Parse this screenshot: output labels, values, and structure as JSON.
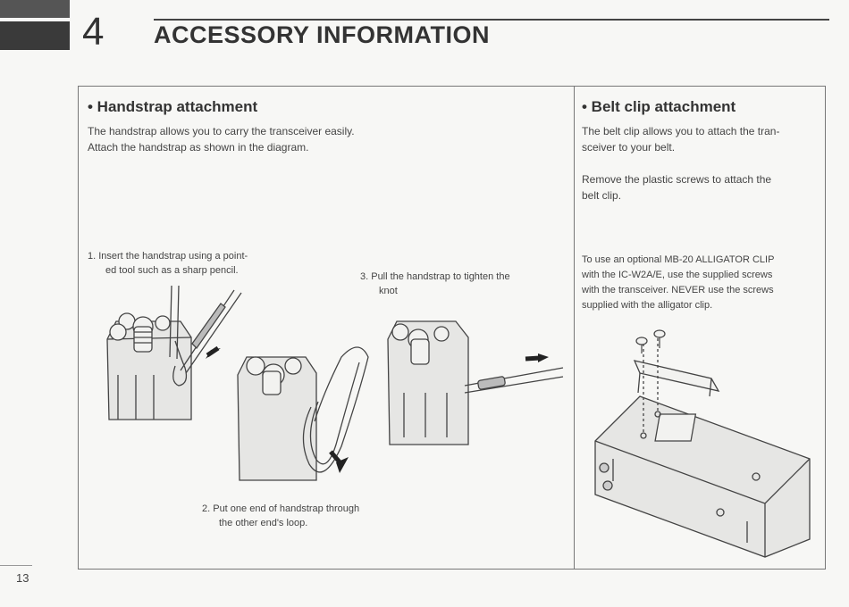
{
  "chapter": {
    "number": "4",
    "title": "ACCESSORY INFORMATION"
  },
  "handstrap": {
    "heading": "• Handstrap attachment",
    "intro_line1": "The handstrap allows you to carry the transceiver easily.",
    "intro_line2": "Attach the handstrap as shown in the diagram.",
    "step1_line1": "1.  Insert the handstrap using a point-",
    "step1_line2": "ed tool such as a sharp pencil.",
    "step2_line1": "2.  Put one end of handstrap through",
    "step2_line2": "the other end's loop.",
    "step3_line1": "3.  Pull the handstrap to tighten the",
    "step3_line2": "knot"
  },
  "beltclip": {
    "heading": "• Belt clip attachment",
    "p1_line1": "The belt clip allows you to attach the tran-",
    "p1_line2": "sceiver to your belt.",
    "p2_line1": "Remove the plastic screws to attach the",
    "p2_line2": "belt clip.",
    "note_line1": "To use an optional MB-20 ALLIGATOR CLIP",
    "note_line2": "with the IC-W2A/E, use the supplied screws",
    "note_line3": "with the transceiver. NEVER use the screws",
    "note_line4": "supplied with the alligator clip."
  },
  "footer": {
    "page_number": "13"
  },
  "icons": [
    "arrow-icon",
    "screw-icon"
  ]
}
